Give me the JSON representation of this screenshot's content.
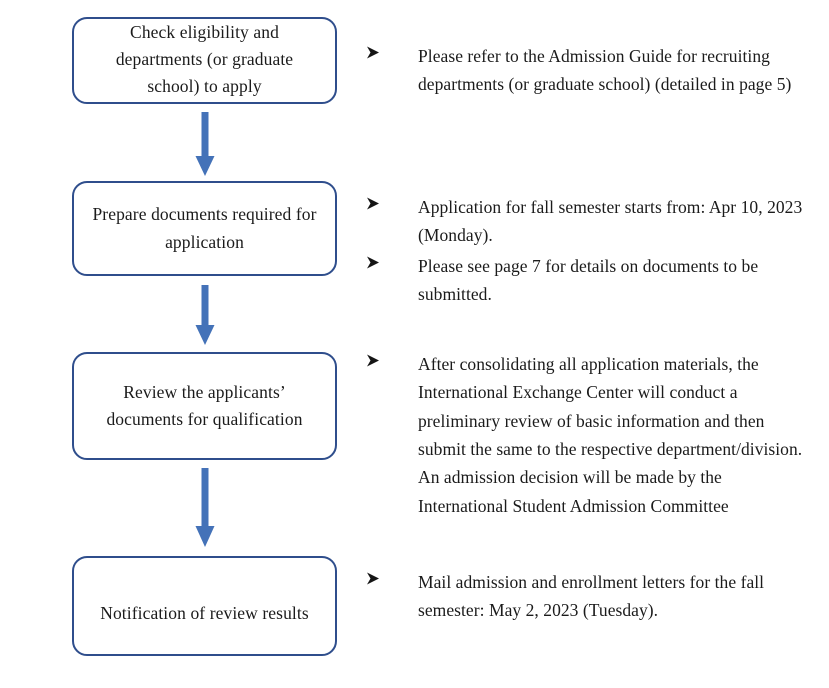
{
  "document": {
    "kind": "admission-process-flowchart",
    "colors": {
      "box_border": "#2F4E8C",
      "arrow_fill": "#4472B8",
      "text": "#1b1b1b",
      "background": "#ffffff"
    }
  },
  "flow": {
    "steps": [
      {
        "id": "step-1",
        "label": "Check eligibility and departments (or graduate school) to apply",
        "notes": [
          {
            "marker": "arrowhead-bullet",
            "text": "Please refer to the Admission Guide for recruiting departments (or graduate school) (detailed in page 5)"
          }
        ]
      },
      {
        "id": "step-2",
        "label": "Prepare documents required for application",
        "notes": [
          {
            "marker": "arrowhead-bullet",
            "text": "Application for fall semester starts from: Apr 10, 2023 (Monday)."
          },
          {
            "marker": "arrowhead-bullet",
            "text": "Please see page 7 for details on documents to be submitted."
          }
        ]
      },
      {
        "id": "step-3",
        "label": "Review the applicants’ documents for qualification",
        "notes": [
          {
            "marker": "arrowhead-bullet",
            "text": "After consolidating all application materials, the International Exchange Center will conduct a preliminary review of basic information and then submit the same to the respective department/division. An admission decision will be made by the International Student Admission Committee"
          }
        ]
      },
      {
        "id": "step-4",
        "label": "Notification of review results",
        "notes": [
          {
            "marker": "arrowhead-bullet",
            "text": "Mail admission and enrollment letters for the fall semester: May 2, 2023 (Tuesday)."
          }
        ]
      }
    ],
    "connectors": [
      {
        "id": "connector-1",
        "from": "step-1",
        "to": "step-2",
        "direction": "down"
      },
      {
        "id": "connector-2",
        "from": "step-2",
        "to": "step-3",
        "direction": "down"
      },
      {
        "id": "connector-3",
        "from": "step-3",
        "to": "step-4",
        "direction": "down"
      }
    ]
  }
}
